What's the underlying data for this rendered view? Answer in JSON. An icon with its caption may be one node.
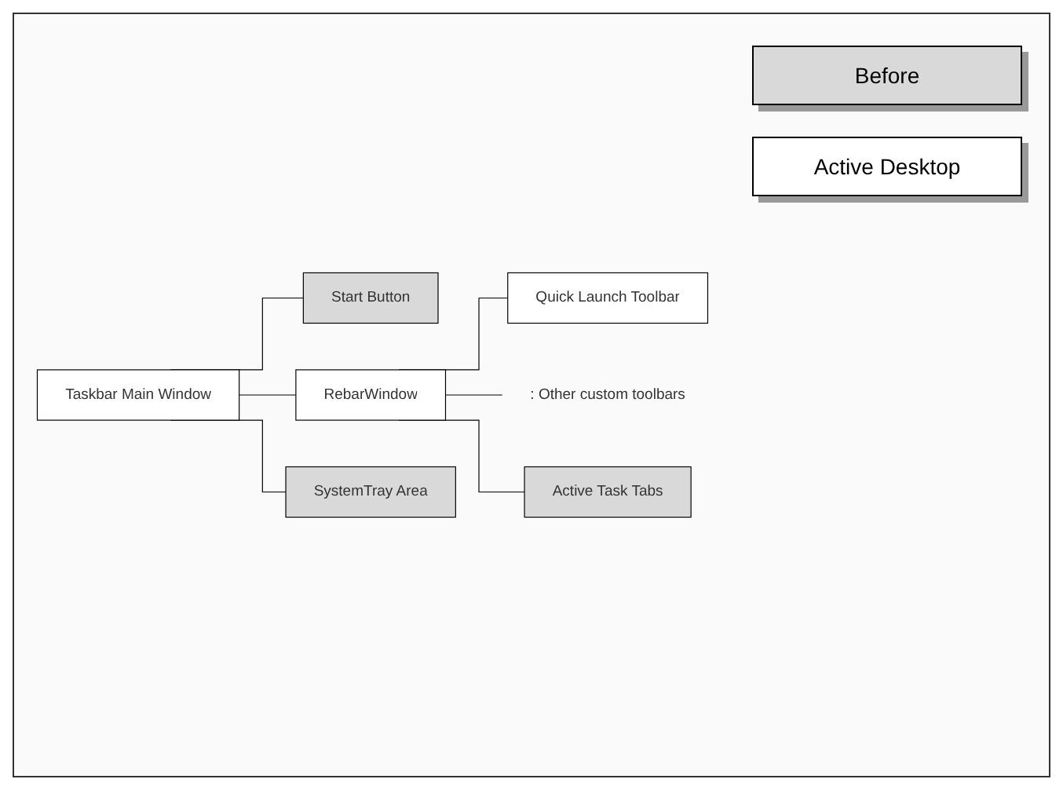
{
  "diagram": {
    "nodes": [
      {
        "text": [
          "Taskbar Main Window"
        ]
      },
      {
        "text": [
          "Start Button"
        ]
      },
      {
        "text": [
          "RebarWindow"
        ]
      },
      {
        "text": [
          "Quick Launch Toolbar"
        ]
      },
      {
        "text": [
          ": Other custom toolbars"
        ]
      },
      {
        "text": [
          "Active Task Tabs"
        ]
      },
      {
        "text": [
          "SystemTray Area"
        ]
      }
    ],
    "edges": [
      {
        "from": 0,
        "to": 1,
        "arrow": "none"
      },
      {
        "from": 0,
        "to": 2,
        "arrow": "none"
      },
      {
        "from": 2,
        "to": 3,
        "arrow": "none"
      },
      {
        "from": 2,
        "to": 4,
        "arrow": "none"
      },
      {
        "from": 2,
        "to": 5,
        "arrow": "none"
      },
      {
        "from": 0,
        "to": 6,
        "arrow": "none"
      }
    ],
    "legend": [
      {
        "text": "Before",
        "color": "#d9d9d9"
      },
      {
        "text": "Active Desktop",
        "color": "#ffffff"
      }
    ]
  }
}
